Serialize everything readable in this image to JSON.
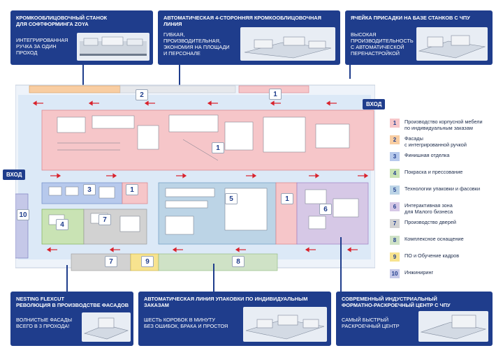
{
  "callouts": {
    "c1": {
      "title": "КРОМКООБЛИЦОВОЧНЫЙ СТАНОК\nДЛЯ СОФТФОРМИНГА ZOYA",
      "body": "ИНТЕГРИРОВАННАЯ\nРУЧКА ЗА ОДИН\nПРОХОД"
    },
    "c2": {
      "title": "АВТОМАТИЧЕСКАЯ 4-СТОРОННЯЯ КРОМКООБЛИЦОВОЧНАЯ ЛИНИЯ",
      "body": "ГИБКАЯ,\nПРОИЗВОДИТЕЛЬНАЯ,\nЭКОНОМИЯ НА ПЛОЩАДИ\nИ ПЕРСОНАЛЕ"
    },
    "c3": {
      "title": "ЯЧЕЙКА ПРИСАДКИ НА БАЗЕ СТАНКОВ С ЧПУ",
      "body": "ВЫСОКАЯ\nПРОИЗВОДИТЕЛЬНОСТЬ\nС АВТОМАТИЧЕСКОЙ\nПЕРЕНАСТРОЙКОЙ"
    },
    "c4": {
      "title": "NESTING FLEXCUT\nРЕВОЛЮЦИЯ В ПРОИЗВОДСТВЕ ФАСАДОВ",
      "body": "ВОЛНИСТЫЕ ФАСАДЫ\nВСЕГО В 3 ПРОХОДА!"
    },
    "c5": {
      "title": "АВТОМАТИЧЕСКАЯ ЛИНИЯ УПАКОВКИ ПО ИНДИВИДУАЛЬНЫМ ЗАКАЗАМ",
      "body": "ШЕСТЬ КОРОБОК В МИНУТУ\nБЕЗ ОШИБОК, БРАКА И ПРОСТОЯ"
    },
    "c6": {
      "title": "СОВРЕМЕННЫЙ ИНДУСТРИАЛЬНЫЙ\nФОРМАТНО-РАСКРОЕЧНЫЙ ЦЕНТР С ЧПУ",
      "body": "САМЫЙ БЫСТРЫЙ\nРАСКРОЕЧНЫЙ ЦЕНТР"
    }
  },
  "entrances": {
    "left": "ВХОД",
    "right": "ВХОД"
  },
  "zones": {
    "z1_main": "1",
    "z1_top": "1",
    "z1_small_left": "1",
    "z1_small_mid": "1",
    "z2": "2",
    "z3": "3",
    "z4": "4",
    "z5": "5",
    "z6": "6",
    "z7_a": "7",
    "z7_b": "7",
    "z8": "8",
    "z9": "9",
    "z10": "10"
  },
  "legend": [
    {
      "num": "1",
      "text": "Производство корпусной мебели\nпо индивидуальным заказам",
      "color": "#f6c6c9"
    },
    {
      "num": "2",
      "text": "Фасады\nс интегрированной ручкой",
      "color": "#f8cda2"
    },
    {
      "num": "3",
      "text": "Финишная отделка",
      "color": "#b7c9ec"
    },
    {
      "num": "4",
      "text": "Покраска и прессование",
      "color": "#c9e3b4"
    },
    {
      "num": "5",
      "text": "Технологии упаковки и фасовки",
      "color": "#bcd4e6"
    },
    {
      "num": "6",
      "text": "Интерактивная зона\nдля Малого бизнеса",
      "color": "#d6c8e6"
    },
    {
      "num": "7",
      "text": "Производство дверей",
      "color": "#d2d2d2"
    },
    {
      "num": "8",
      "text": "Комплексное оснащение",
      "color": "#cfe2c6"
    },
    {
      "num": "9",
      "text": "ПО и Обучение кадров",
      "color": "#f7e38f"
    },
    {
      "num": "10",
      "text": "Инжиниринг",
      "color": "#c5c8e8"
    }
  ],
  "colors": {
    "brand_blue": "#1f3d8c",
    "flow_arrow": "#d9232d",
    "aisle": "#dce9f7"
  }
}
